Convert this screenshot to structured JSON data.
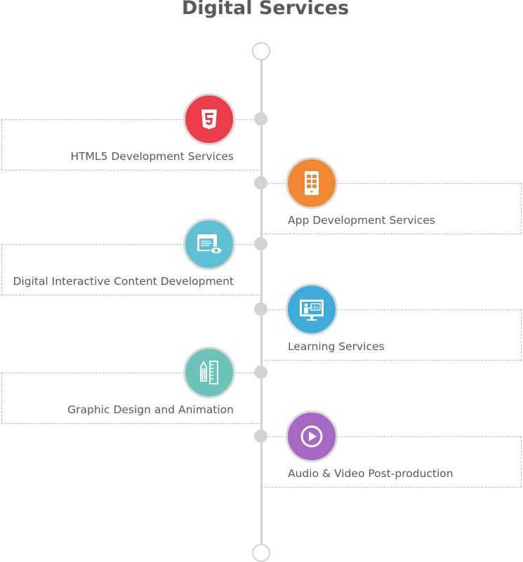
{
  "title": "Digital Services",
  "services": [
    {
      "label": "HTML5 Development Services",
      "icon": "html5-icon",
      "color": "#ec3e4a"
    },
    {
      "label": "App Development Services",
      "icon": "tablet-icon",
      "color": "#ef8733"
    },
    {
      "label": "Digital Interactive Content Development",
      "icon": "browser-eye-icon",
      "color": "#5fc0d3"
    },
    {
      "label": "Learning Services",
      "icon": "teacher-monitor-icon",
      "color": "#3fabd9"
    },
    {
      "label": "Graphic Design and Animation",
      "icon": "pencil-ruler-icon",
      "color": "#6cc4b8"
    },
    {
      "label": "Audio & Video Post-production",
      "icon": "play-icon",
      "color": "#a569c3"
    }
  ]
}
